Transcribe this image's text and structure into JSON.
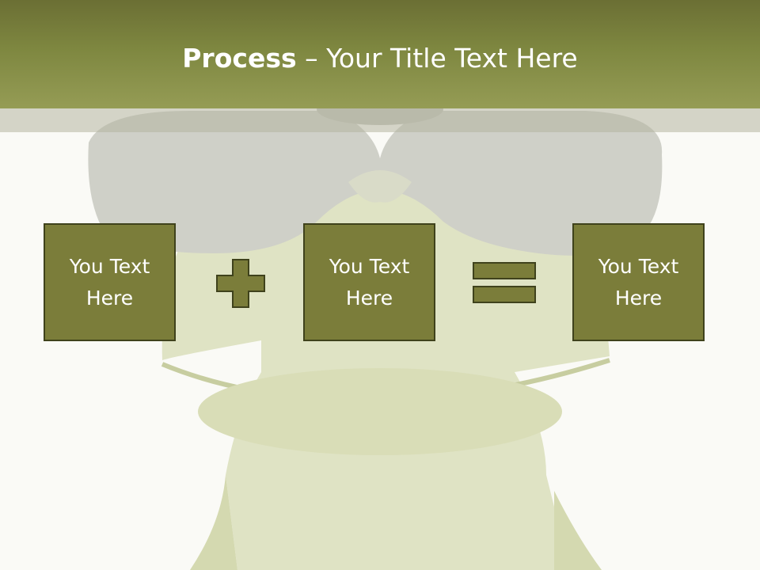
{
  "slide": {
    "title_bold": "Process",
    "title_separator": " – ",
    "title_rest": "Your Title Text Here",
    "boxes": [
      {
        "text": "You Text Here"
      },
      {
        "text": "You Text Here"
      },
      {
        "text": "You Text Here"
      }
    ],
    "operators": [
      "plus",
      "equals"
    ]
  },
  "colors": {
    "header": "#7e8740",
    "box_fill": "#7b7d3a",
    "box_border": "#3f421c",
    "text": "#ffffff"
  },
  "icons": [
    "plus-icon",
    "equals-icon"
  ]
}
